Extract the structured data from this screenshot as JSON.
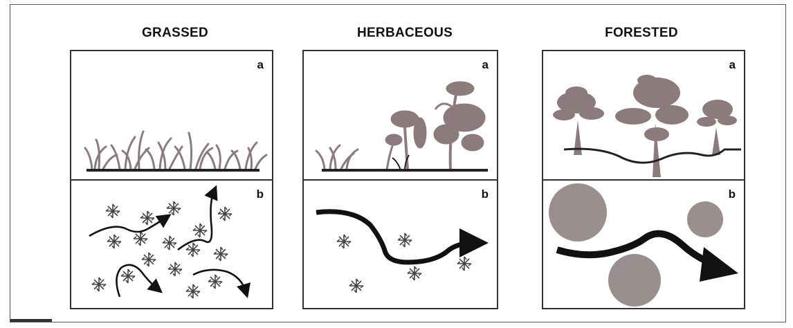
{
  "columns": [
    {
      "title": "GRASSED",
      "top_label": "a",
      "bottom_label": "b"
    },
    {
      "title": "HERBACEOUS",
      "top_label": "a",
      "bottom_label": "b"
    },
    {
      "title": "FORESTED",
      "top_label": "a",
      "bottom_label": "b"
    }
  ],
  "colors": {
    "vegetation": "#8c7b7d",
    "obstacle": "#9a8f8f",
    "flow_arrow": "#111111",
    "border": "#333333"
  },
  "icons": [
    "grass-tuft-icon",
    "herb-plant-icon",
    "tree-icon",
    "star-obstacle-icon",
    "flow-arrow-icon",
    "circle-obstacle-icon"
  ]
}
